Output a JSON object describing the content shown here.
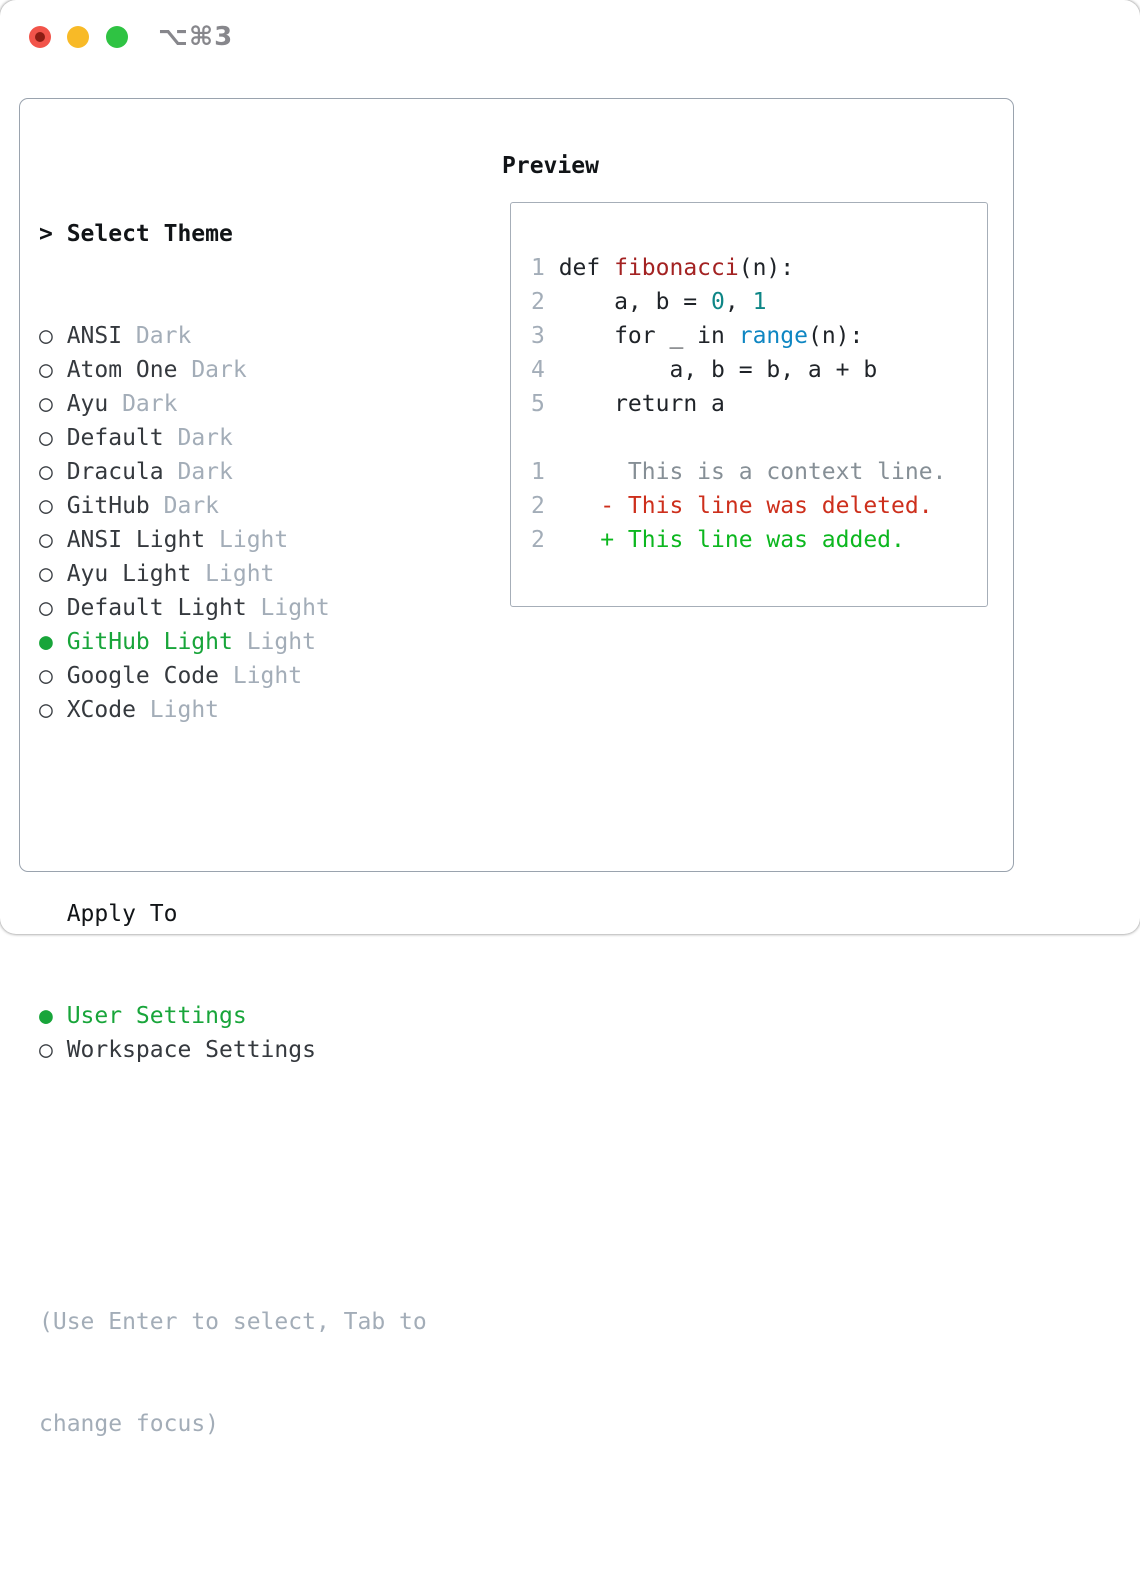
{
  "titlebar": {
    "hotkey": "⌥⌘3"
  },
  "theme_list": {
    "prompt": ">",
    "header": "Select Theme",
    "bullet_unselected": "○",
    "bullet_selected": "●",
    "items": [
      {
        "name": "ANSI",
        "variant": "Dark",
        "selected": false
      },
      {
        "name": "Atom One",
        "variant": "Dark",
        "selected": false
      },
      {
        "name": "Ayu",
        "variant": "Dark",
        "selected": false
      },
      {
        "name": "Default",
        "variant": "Dark",
        "selected": false
      },
      {
        "name": "Dracula",
        "variant": "Dark",
        "selected": false
      },
      {
        "name": "GitHub",
        "variant": "Dark",
        "selected": false
      },
      {
        "name": "ANSI Light",
        "variant": "Light",
        "selected": false
      },
      {
        "name": "Ayu Light",
        "variant": "Light",
        "selected": false
      },
      {
        "name": "Default Light",
        "variant": "Light",
        "selected": false
      },
      {
        "name": "GitHub Light",
        "variant": "Light",
        "selected": true
      },
      {
        "name": "Google Code",
        "variant": "Light",
        "selected": false
      },
      {
        "name": "XCode",
        "variant": "Light",
        "selected": false
      }
    ]
  },
  "apply_to": {
    "label": "Apply To",
    "options": [
      {
        "name": "User Settings",
        "selected": true
      },
      {
        "name": "Workspace Settings",
        "selected": false
      }
    ]
  },
  "hint": {
    "line1": "(Use Enter to select, Tab to",
    "line2": "change focus)"
  },
  "preview": {
    "label": "Preview",
    "code_lines": [
      {
        "num": "1",
        "tokens": [
          {
            "t": "def",
            "k": "keyword"
          },
          {
            "t": " ",
            "k": "plain"
          },
          {
            "t": "fibonacci",
            "k": "function"
          },
          {
            "t": "(n):",
            "k": "plain"
          }
        ]
      },
      {
        "num": "2",
        "tokens": [
          {
            "t": "    a, b = ",
            "k": "plain"
          },
          {
            "t": "0",
            "k": "number"
          },
          {
            "t": ", ",
            "k": "plain"
          },
          {
            "t": "1",
            "k": "number"
          }
        ]
      },
      {
        "num": "3",
        "tokens": [
          {
            "t": "    ",
            "k": "plain"
          },
          {
            "t": "for",
            "k": "keyword"
          },
          {
            "t": " _ ",
            "k": "plain"
          },
          {
            "t": "in",
            "k": "keyword"
          },
          {
            "t": " ",
            "k": "plain"
          },
          {
            "t": "range",
            "k": "builtin"
          },
          {
            "t": "(n):",
            "k": "plain"
          }
        ]
      },
      {
        "num": "4",
        "tokens": [
          {
            "t": "        a, b = b, a + b",
            "k": "plain"
          }
        ]
      },
      {
        "num": "5",
        "tokens": [
          {
            "t": "    ",
            "k": "plain"
          },
          {
            "t": "return",
            "k": "keyword"
          },
          {
            "t": " a",
            "k": "plain"
          }
        ]
      }
    ],
    "diff_lines": [
      {
        "num": "1",
        "tokens": [
          {
            "t": "     This is a context line.",
            "k": "context"
          }
        ]
      },
      {
        "num": "2",
        "tokens": [
          {
            "t": "   - This line was deleted.",
            "k": "deletion"
          }
        ]
      },
      {
        "num": "2",
        "tokens": [
          {
            "t": "   + This line was added.",
            "k": "addition"
          }
        ]
      }
    ]
  },
  "colors": {
    "selection_green": "#18a53a",
    "addition_green": "#0cb71f",
    "deletion_red": "#cd2f1c",
    "function_red": "#a32222",
    "number_teal": "#0e8686",
    "builtin_blue": "#0e86c2",
    "muted_gray": "#a3adb8",
    "panel_border": "#9aa3ae",
    "traffic_red": "#f2544a",
    "traffic_yellow": "#f8ba27",
    "traffic_green": "#2fc343"
  }
}
